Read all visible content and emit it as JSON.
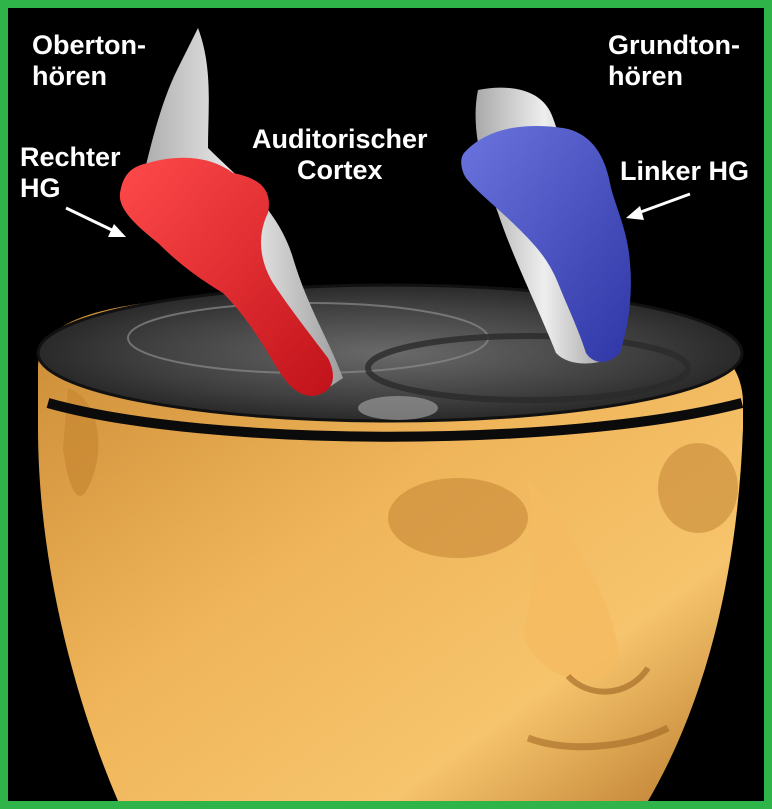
{
  "labels": {
    "overtone": {
      "line1": "Oberton-",
      "line2": "hören"
    },
    "fundamental": {
      "line1": "Grundton-",
      "line2": "hören"
    },
    "right_hg": {
      "line1": "Rechter",
      "line2": "HG"
    },
    "auditory_cortex": {
      "line1": "Auditorischer",
      "line2": "Cortex"
    },
    "left_hg": {
      "text": "Linker HG"
    }
  },
  "colors": {
    "frame": "#2fb44a",
    "background": "#000000",
    "right_hg": "#e8262b",
    "left_hg": "#4a53c2",
    "cortex_gray": "#cfcfcf",
    "skin": "#e8a94e"
  }
}
